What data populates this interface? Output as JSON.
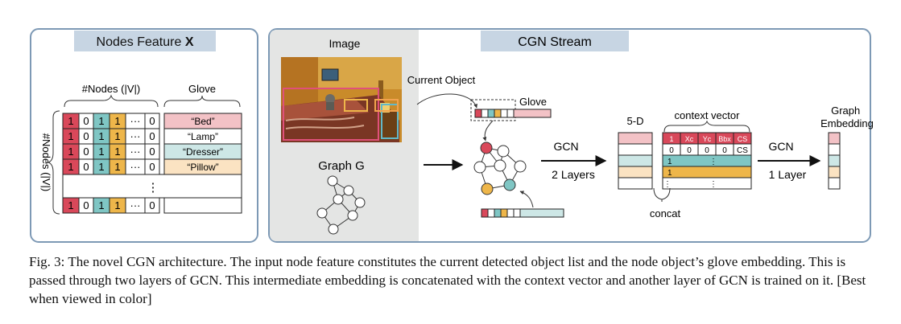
{
  "panel_left": {
    "title": "Nodes Feature",
    "title_bold": "X",
    "nodes_header": "#Nodes (|V|)",
    "glove_header": "Glove",
    "row_axis_label": "#Nodes (|V|)",
    "rows": [
      {
        "cells": [
          "1",
          "0",
          "1",
          "1",
          "···",
          "0"
        ],
        "glove": "“Bed”"
      },
      {
        "cells": [
          "1",
          "0",
          "1",
          "1",
          "···",
          "0"
        ],
        "glove": "“Lamp”"
      },
      {
        "cells": [
          "1",
          "0",
          "1",
          "1",
          "···",
          "0"
        ],
        "glove": "“Dresser”"
      },
      {
        "cells": [
          "1",
          "0",
          "1",
          "1",
          "···",
          "0"
        ],
        "glove": "“Pillow”"
      },
      {
        "cells": [
          "1",
          "0",
          "1",
          "1",
          "···",
          "0"
        ],
        "glove": ""
      }
    ],
    "vertical_dots": "⋮"
  },
  "panel_right": {
    "title": "CGN Stream",
    "image_label": "Image",
    "graph_label": "Graph G",
    "current_object_label": "Current Object",
    "glove_label": "Glove",
    "gcn_label": "GCN",
    "two_layers_label": "2 Layers",
    "five_d_label": "5-D",
    "context_vector_label": "context vector",
    "context_header": [
      "1",
      "Xc",
      "Yc",
      "Bbx",
      "CS"
    ],
    "context_row2": [
      "0",
      "0",
      "0",
      "0",
      "CS"
    ],
    "context_row_one": "1",
    "dots": "⋮",
    "concat_label": "concat",
    "gcn2_label": "GCN",
    "one_layer_label": "1 Layer",
    "graph_embedding_label": "Graph\nEmbedding",
    "graph_embedding_line1": "Graph",
    "graph_embedding_line2": "Embedding"
  },
  "colors": {
    "red": "#d9485a",
    "teal": "#7fc6c4",
    "orange": "#eeb64a",
    "pink_light": "#f3c2c6",
    "teal_light": "#cde7e6",
    "orange_light": "#fbe3c2",
    "header_bg": "#c7d5e3",
    "panel_border": "#7d99b5",
    "gray_bg": "#e4e5e4"
  },
  "caption": "Fig. 3: The novel CGN architecture. The input node feature constitutes the current detected object list and the node object’s glove embedding. This is passed through two layers of GCN. This intermediate embedding is concatenated with the context vector and another layer of GCN is trained on it. [Best when viewed in color]"
}
